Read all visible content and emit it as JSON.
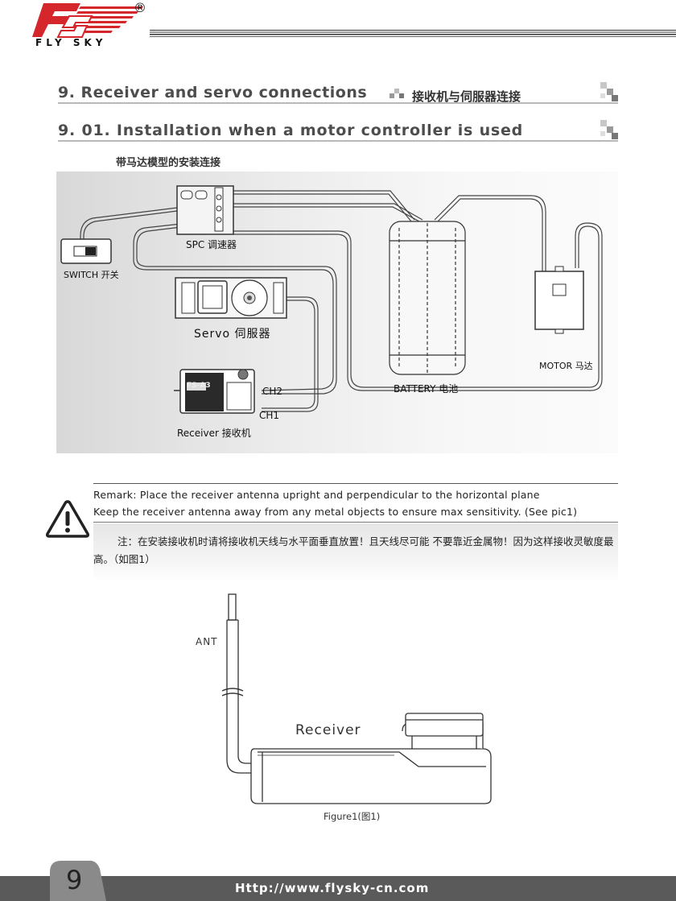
{
  "header": {
    "brand_text": "FLY SKY",
    "registered_mark": "®",
    "accent_color": "#d4262b"
  },
  "section": {
    "number_title": "9. Receiver and servo connections",
    "title_cn": "接收机与伺服器连接"
  },
  "subsection": {
    "number_title": "9. 01.  Installation when a motor controller is used",
    "title_cn": "带马达模型的安装连接"
  },
  "diagram": {
    "spc_label": "SPC 调速器",
    "switch_label": "SWITCH    开关",
    "servo_label": "Servo 伺服器",
    "receiver_module_text": "FS-A3",
    "ch2_label": "CH2",
    "ch1_label": "CH1",
    "receiver_label": "Receiver 接收机",
    "battery_label": "BATTERY 电池",
    "motor_label": "MOTOR 马达"
  },
  "remark": {
    "line1": "Remark: Place the receiver antenna upright and perpendicular to the horizontal plane",
    "line2": "Keep the receiver antenna away from any metal objects to ensure max sensitivity. (See pic1)",
    "note_cn": "注：在安装接收机时请将接收机天线与水平面垂直放置！且天线尽可能 不要靠近金属物！因为这样接收灵敏度最高。（如图1）"
  },
  "figure": {
    "ant_label": "ANT",
    "receiver_label": "Receiver",
    "caption": "Figure1(图1)"
  },
  "footer": {
    "page_number": "9",
    "url": "Http://www.flysky-cn.com"
  }
}
